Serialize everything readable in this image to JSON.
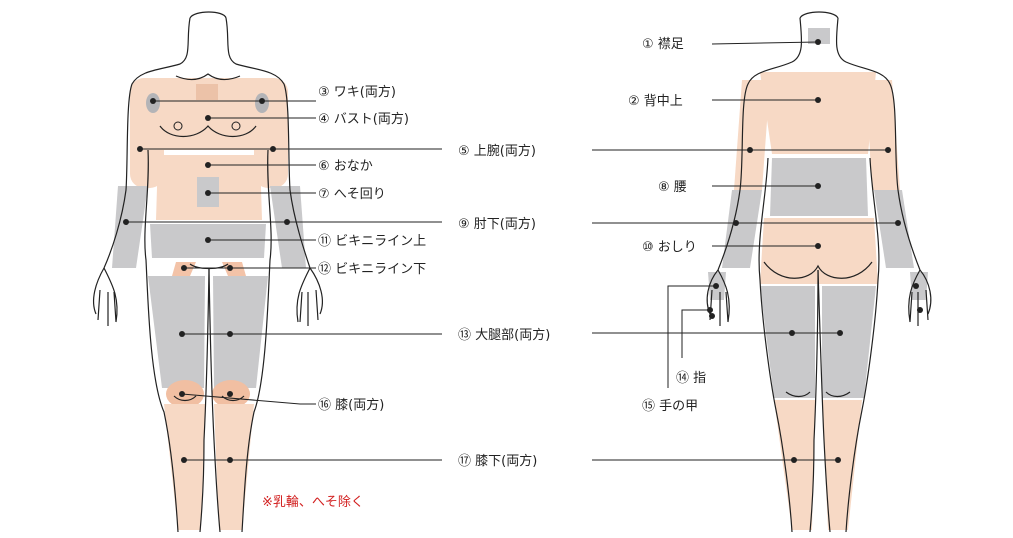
{
  "colors": {
    "skin": "#f7d9c5",
    "gray": "#c9c9cb",
    "gray_dark": "#b4b4b7",
    "outline": "#222222",
    "note": "#d21f1f"
  },
  "labels": {
    "nape": "① 襟足",
    "armpit": "③ ワキ(両方)",
    "upper_back": "② 背中上",
    "bust": "④ バスト(両方)",
    "upper_arm": "⑤ 上腕(両方)",
    "belly": "⑥ おなか",
    "waist": "⑧ 腰",
    "navel": "⑦ へそ回り",
    "forearm": "⑨ 肘下(両方)",
    "bikini_upper": "⑪ ビキニライン上",
    "buttocks": "⑩ おしり",
    "bikini_lower": "⑫ ビキニライン下",
    "thigh": "⑬ 大腿部(両方)",
    "finger": "⑭ 指",
    "knee": "⑯ 膝(両方)",
    "back_of_hand": "⑮ 手の甲",
    "lower_leg": "⑰ 膝下(両方)"
  },
  "note": "※乳輪、へそ除く"
}
